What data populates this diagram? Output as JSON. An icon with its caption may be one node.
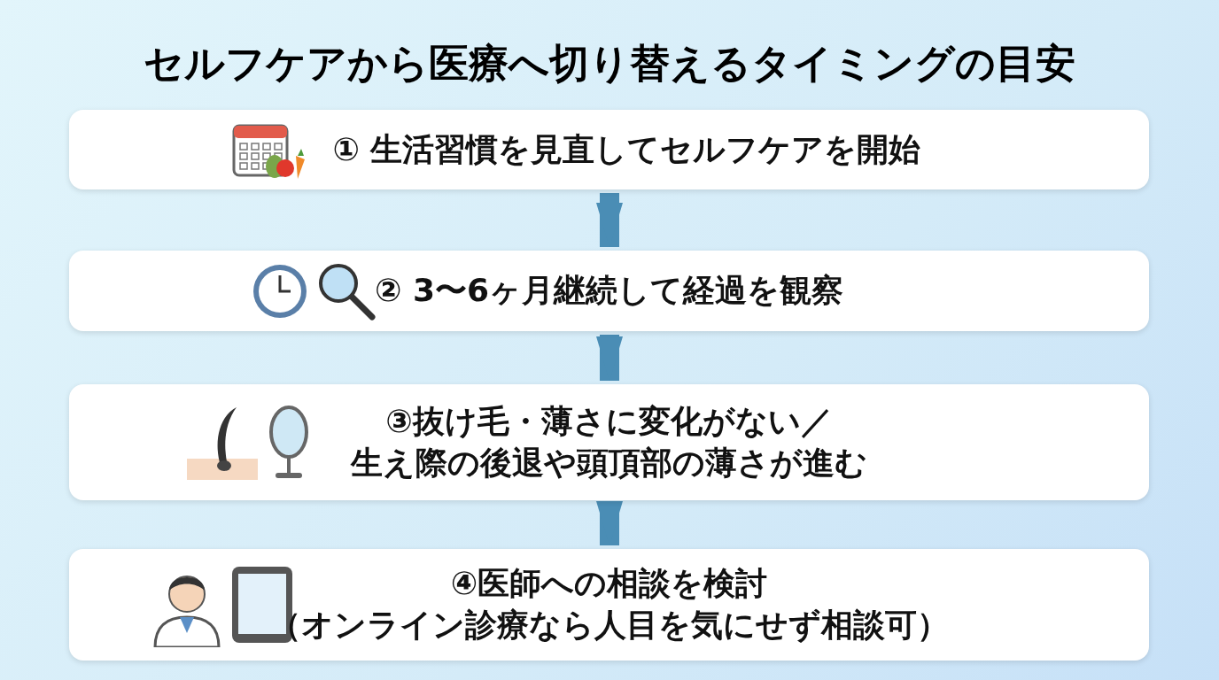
{
  "diagram": {
    "title": "セルフケアから医療へ切り替えるタイミングの目安",
    "nodes": [
      {
        "text": [
          "① 生活習慣を見直してセルフケアを開始"
        ]
      },
      {
        "text": [
          "② 3〜6ヶ月継続して経過を観察"
        ]
      },
      {
        "text": [
          "③抜け毛・薄さに変化がない／",
          "生え際の後退や頭頂部の薄さが進む"
        ]
      },
      {
        "text": [
          "④医師への相談を検討",
          "（オンライン診療なら人目を気にせず相談可）"
        ]
      }
    ],
    "edges": [
      {
        "from": 0,
        "to": 1,
        "arrow": "to"
      },
      {
        "from": 1,
        "to": 2,
        "arrow": "to"
      },
      {
        "from": 2,
        "to": 3,
        "arrow": "to"
      }
    ]
  }
}
